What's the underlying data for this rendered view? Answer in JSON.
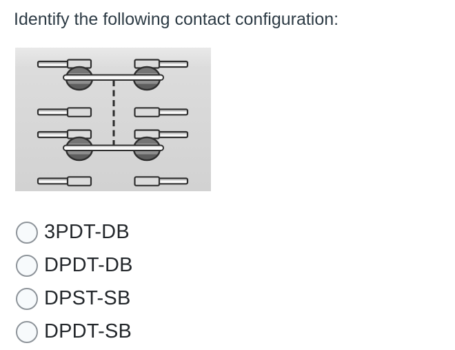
{
  "question": {
    "title": "Identify the following contact configuration:"
  },
  "diagram": {
    "name": "contact-configuration-diagram",
    "background": "#d9d9d9",
    "line_art_color": "#2f2f2f",
    "elements": {
      "movable_bridges": 2,
      "stationary_contact_rows": 2,
      "mechanical_link": "dashed-vertical-line"
    }
  },
  "options": [
    {
      "label": "3PDT-DB",
      "selected": false
    },
    {
      "label": "DPDT-DB",
      "selected": false
    },
    {
      "label": "DPST-SB",
      "selected": false
    },
    {
      "label": "DPDT-SB",
      "selected": false
    }
  ],
  "colors": {
    "title_text": "#2d3b45",
    "option_text": "#23272b",
    "radio_border": "#8d9399",
    "radio_fill": "#f7fafc",
    "diagram_bg": "#d9d9d9"
  }
}
